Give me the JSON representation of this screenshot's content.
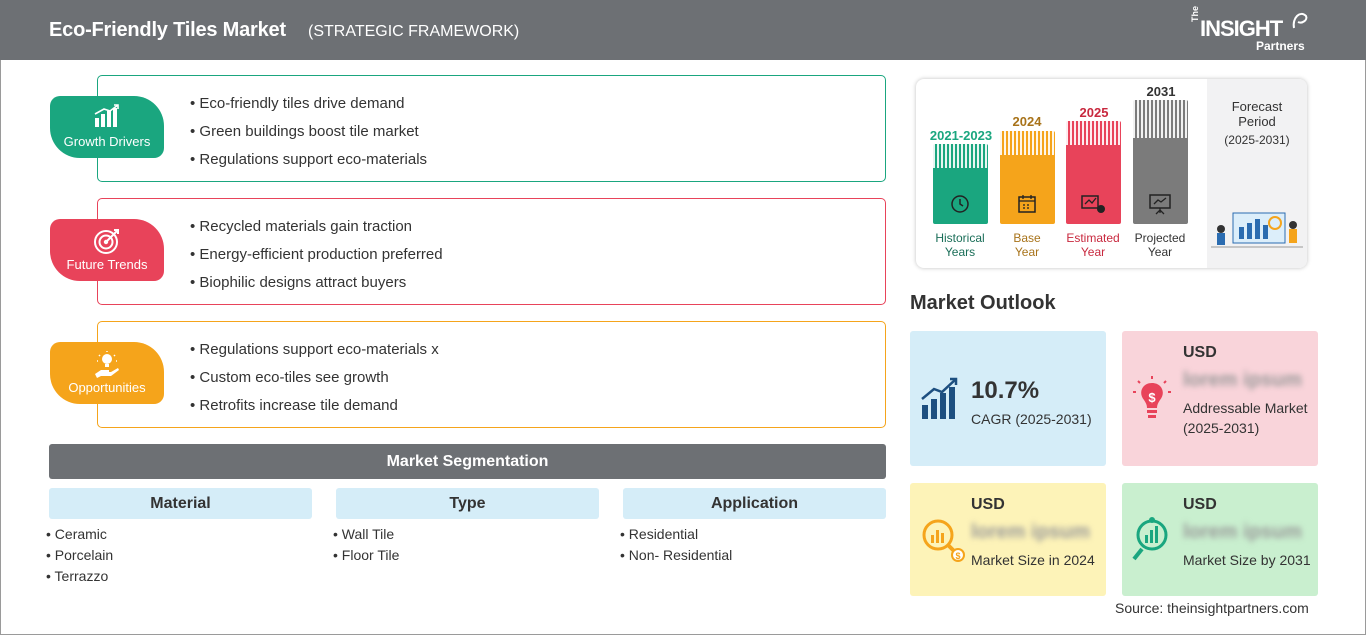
{
  "header": {
    "title": "Eco-Friendly Tiles Market",
    "subtitle": "(STRATEGIC FRAMEWORK)",
    "logo": {
      "the": "The",
      "insight": "INSIGHT",
      "partners": "Partners"
    }
  },
  "sections": [
    {
      "badge": "Growth Drivers",
      "color": "#1aa67f",
      "icon": "bar-chart-icon",
      "items": [
        "Eco-friendly tiles drive demand",
        "Green buildings boost tile market",
        "Regulations support eco-materials"
      ]
    },
    {
      "badge": "Future Trends",
      "color": "#e8435a",
      "icon": "target-icon",
      "items": [
        "Recycled materials gain traction",
        "Energy-efficient production preferred",
        "Biophilic designs attract buyers"
      ]
    },
    {
      "badge": "Opportunities",
      "color": "#f5a41b",
      "icon": "lightbulb-hand-icon",
      "items": [
        "Regulations support eco-materials x",
        "Custom eco-tiles see growth",
        "Retrofits increase tile demand"
      ]
    }
  ],
  "segmentation": {
    "title": "Market Segmentation",
    "columns": [
      {
        "head": "Material",
        "items": [
          "Ceramic",
          "Porcelain",
          "Terrazzo"
        ]
      },
      {
        "head": "Type",
        "items": [
          "Wall Tile",
          "Floor Tile"
        ]
      },
      {
        "head": "Application",
        "items": [
          "Residential",
          "Non- Residential"
        ]
      }
    ]
  },
  "timeline": {
    "forecast": {
      "label": "Forecast Period",
      "range": "(2025-2031)"
    },
    "columns": [
      {
        "year": "2021-2023",
        "label_line1": "Historical",
        "label_line2": "Years",
        "color": "#1aa67f"
      },
      {
        "year": "2024",
        "label_line1": "Base",
        "label_line2": "Year",
        "color": "#f5a41b"
      },
      {
        "year": "2025",
        "label_line1": "Estimated",
        "label_line2": "Year",
        "color": "#e8435a"
      },
      {
        "year": "2031",
        "label_line1": "Projected",
        "label_line2": "Year",
        "color": "#7b7b7b"
      }
    ]
  },
  "outlook": {
    "title": "Market Outlook",
    "cagr": {
      "value": "10.7%",
      "label": "CAGR (2025-2031)"
    },
    "addressable": {
      "currency": "USD",
      "value": "lorem ipsum",
      "label": "Addressable Market (2025-2031)"
    },
    "size_2024": {
      "currency": "USD",
      "value": "lorem ipsum",
      "label": "Market Size in 2024"
    },
    "size_2031": {
      "currency": "USD",
      "value": "lorem ipsum",
      "label": "Market Size by 2031"
    }
  },
  "source": "Source: theinsightpartners.com",
  "colors": {
    "header": "#6d7074",
    "green": "#1aa67f",
    "red": "#e8435a",
    "orange": "#f5a41b",
    "blue_box": "#d5edf8",
    "pink_box": "#f9d4da",
    "yellow_box": "#fdf3b8",
    "green_box": "#c9efcf"
  }
}
